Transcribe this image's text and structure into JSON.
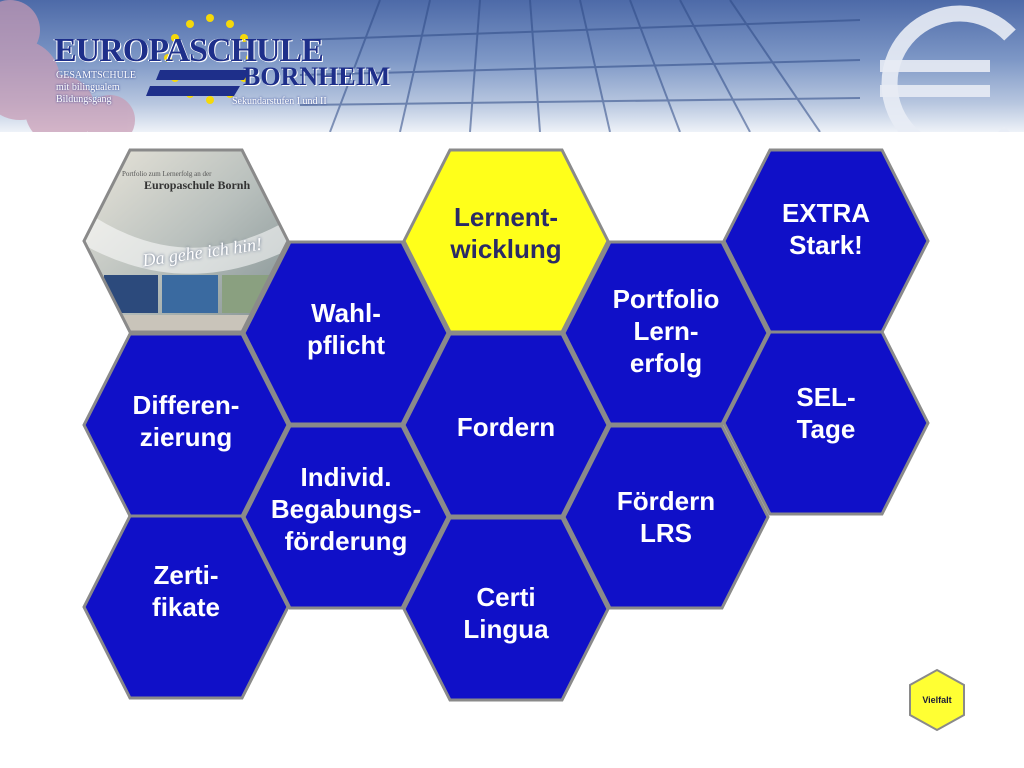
{
  "header": {
    "school_name": "EUROPASCHULE",
    "place": "BORNHEIM",
    "subtitle_lines": [
      "GESAMTSCHULE",
      "mit bilingualem",
      "Bildungsgang"
    ],
    "levels": "Sekundarstufen I und II"
  },
  "photo": {
    "caption_small": "Portfolio zum Lernerfolg an der",
    "caption_school": "Europaschule Bornh",
    "handwriting": "Da gehe ich hin!"
  },
  "tiles": [
    {
      "id": "lernentwicklung",
      "label": "Lernent-\nwicklung"
    },
    {
      "id": "extra-stark",
      "label": "EXTRA\nStark!"
    },
    {
      "id": "wahlpflicht",
      "label": "Wahl-\npflicht"
    },
    {
      "id": "portfolio",
      "label": "Portfolio\nLern-\nerfolg"
    },
    {
      "id": "differenzierung",
      "label": "Differen-\nzierung"
    },
    {
      "id": "fordern",
      "label": "Fordern"
    },
    {
      "id": "sel-tage",
      "label": "SEL-\nTage"
    },
    {
      "id": "individ",
      "label": "Individ.\nBegabungs-\nförderung"
    },
    {
      "id": "foerdern-lrs",
      "label": "Fördern\nLRS"
    },
    {
      "id": "zertifikate",
      "label": "Zerti-\nfikate"
    },
    {
      "id": "certi-lingua",
      "label": "Certi\nLingua"
    }
  ],
  "nav": {
    "label": "Vielfalt"
  },
  "colors": {
    "hex_fill": "#1010c8",
    "hex_highlight": "#ffff1a",
    "hex_stroke": "#8a8a8a",
    "nav_fill": "#ffff33"
  }
}
